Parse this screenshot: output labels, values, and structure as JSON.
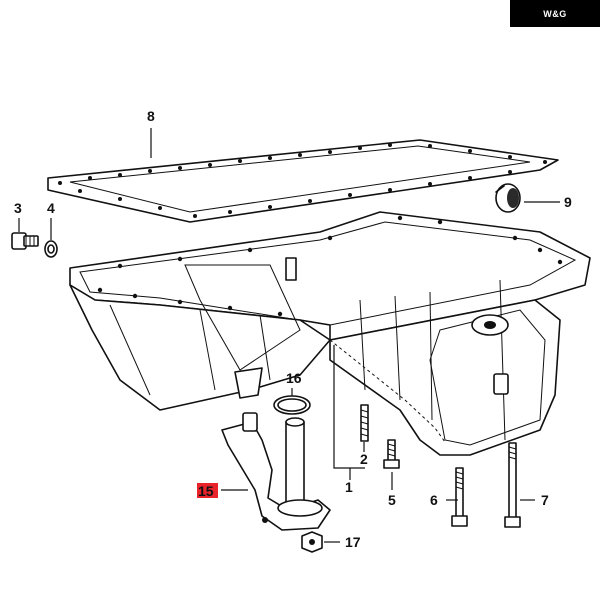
{
  "watermark": {
    "text": "W&G"
  },
  "callouts": {
    "c1": "1",
    "c2": "2",
    "c3": "3",
    "c4": "4",
    "c5": "5",
    "c6": "6",
    "c7": "7",
    "c8": "8",
    "c9": "9",
    "c15": "15",
    "c16": "16",
    "c17": "17"
  },
  "colors": {
    "line": "#111111",
    "background": "#ffffff",
    "highlight": "#e8232a",
    "badge": "#000000"
  },
  "highlighted_callout": "15"
}
